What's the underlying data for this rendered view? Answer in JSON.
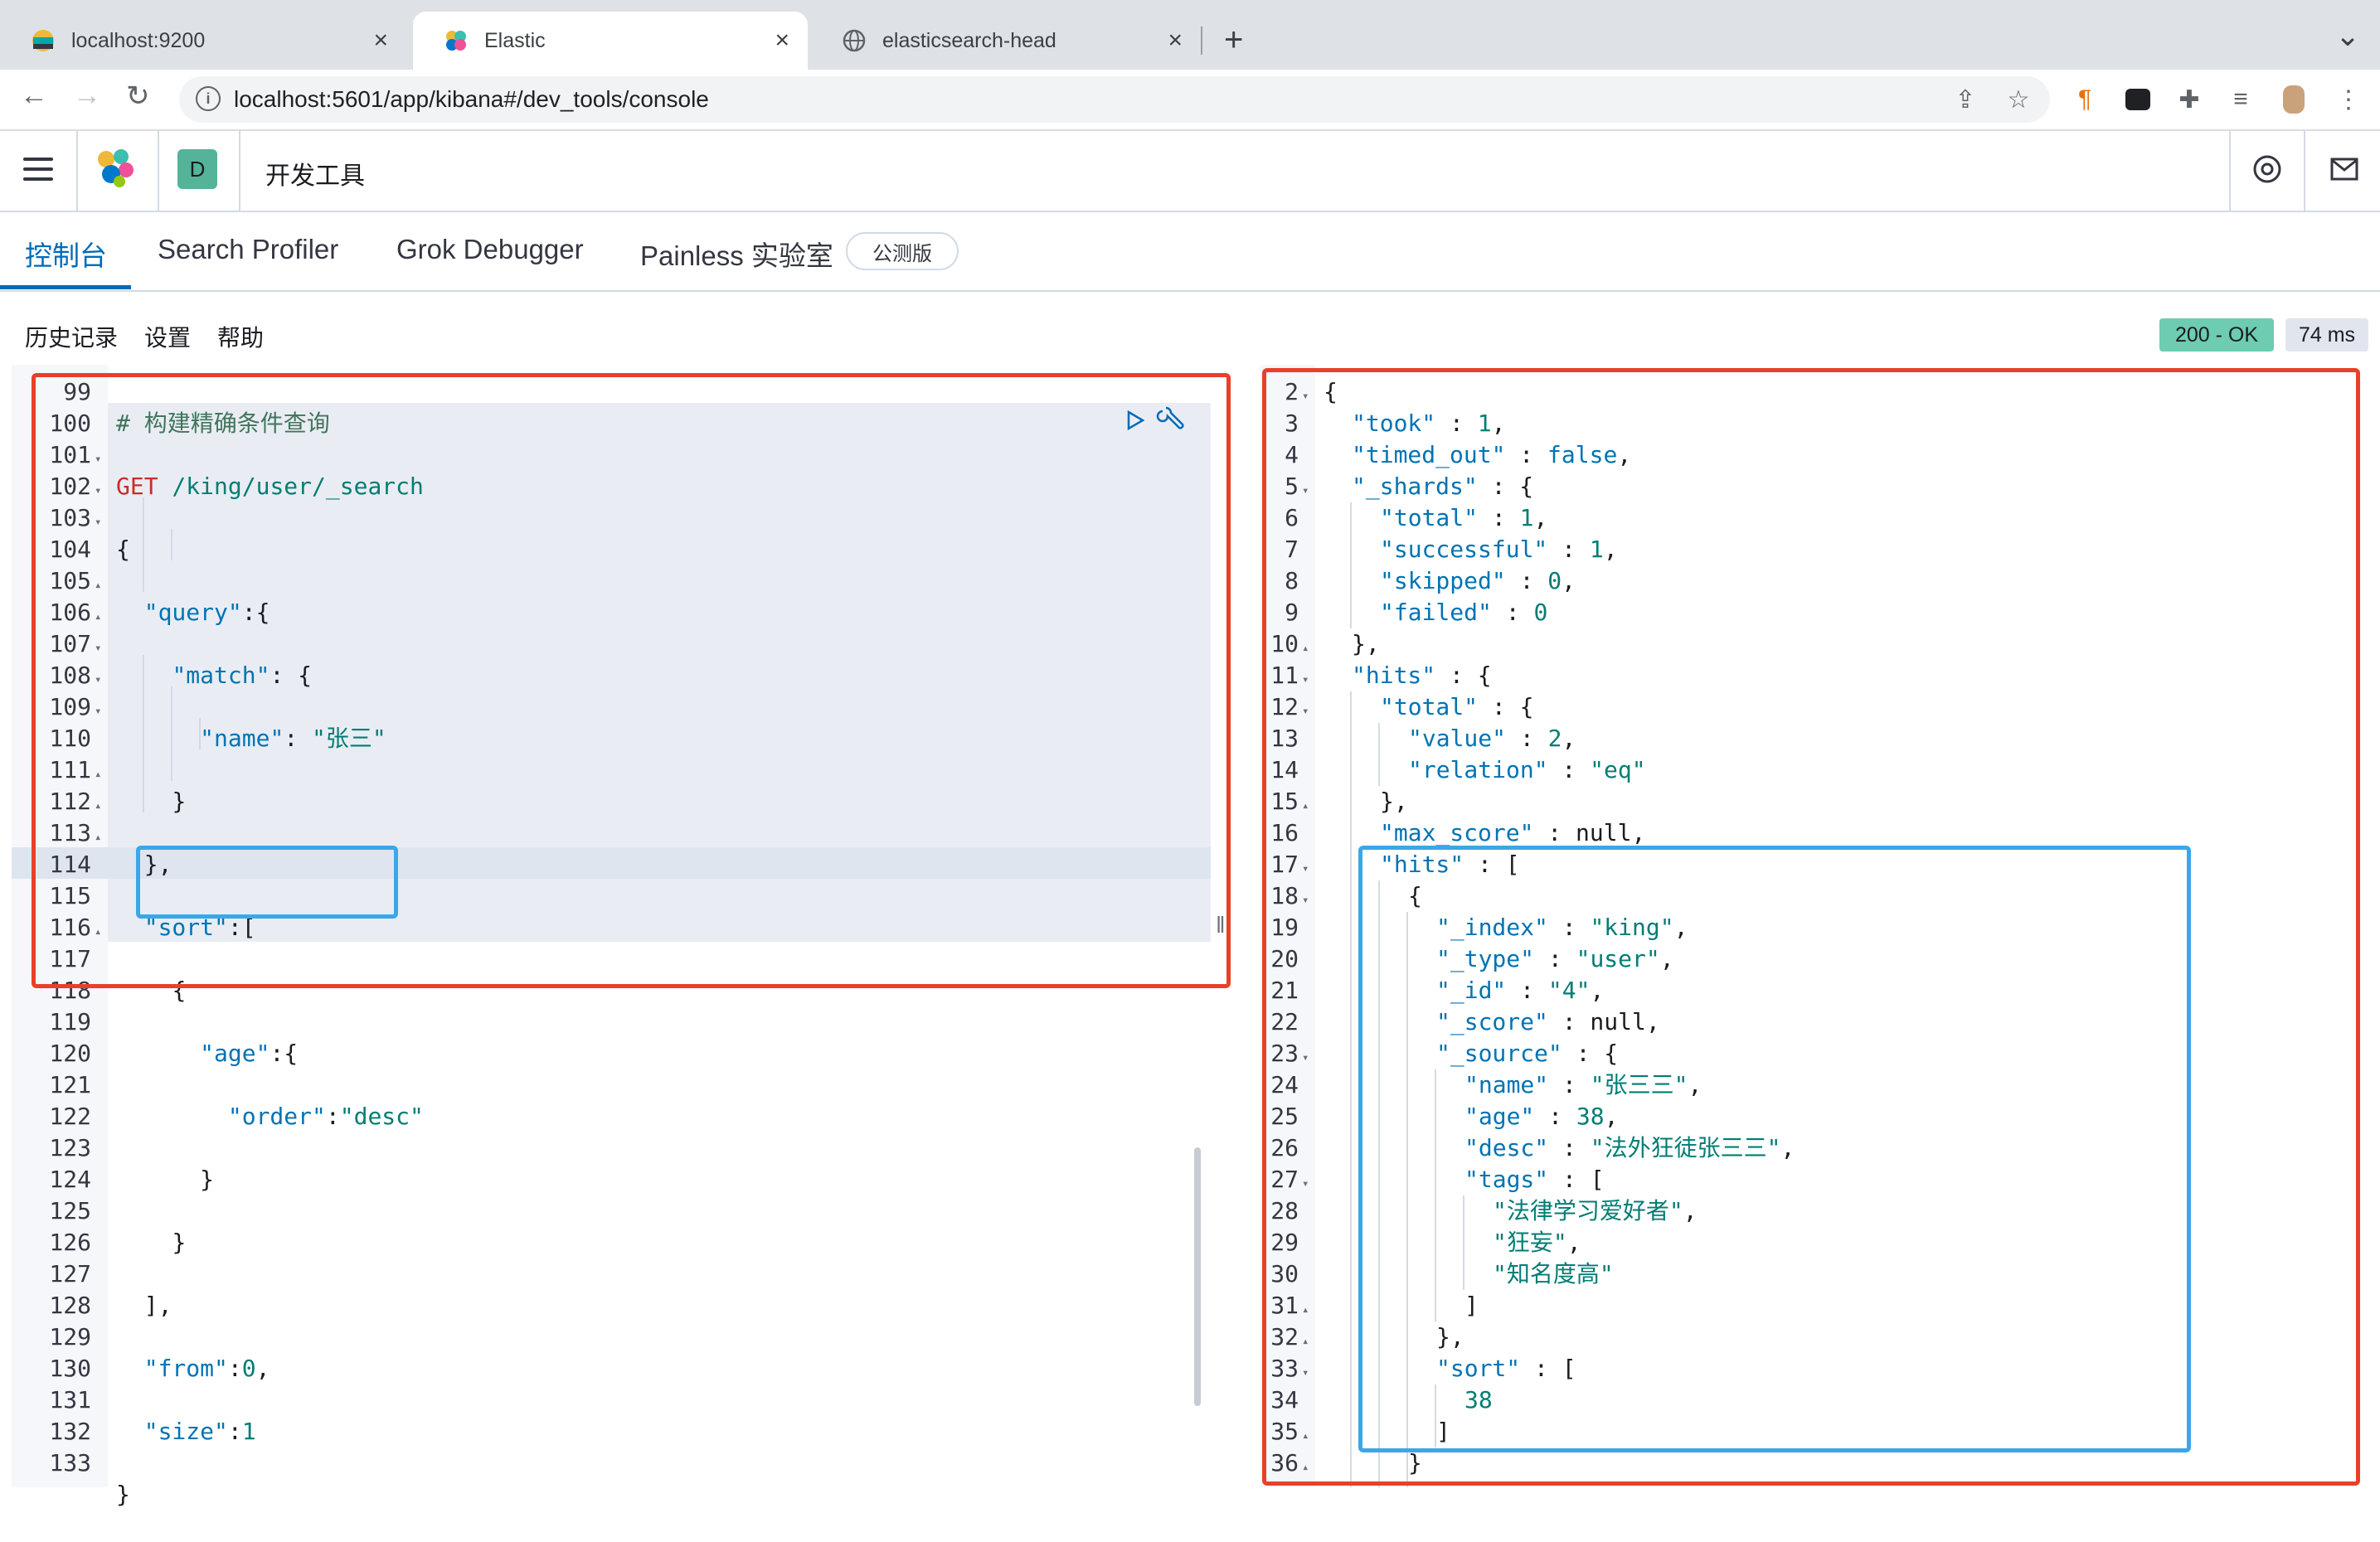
{
  "browser": {
    "tabs": [
      {
        "title": "localhost:9200",
        "active": false
      },
      {
        "title": "Elastic",
        "active": true
      },
      {
        "title": "elasticsearch-head",
        "active": false
      }
    ],
    "new_tab": "+",
    "expand": "⌄",
    "url": "localhost:5601/app/kibana#/dev_tools/console"
  },
  "kibana": {
    "space_initial": "D",
    "page_title": "开发工具",
    "tabs": [
      "控制台",
      "Search Profiler",
      "Grok Debugger",
      "Painless 实验室"
    ],
    "beta_badge": "公测版",
    "console_menu": [
      "历史记录",
      "设置",
      "帮助"
    ],
    "status": "200 - OK",
    "duration": "74 ms"
  },
  "request_lines": [
    {
      "n": "99",
      "fold": ""
    },
    {
      "n": "100",
      "fold": ""
    },
    {
      "n": "101",
      "fold": "▾"
    },
    {
      "n": "102",
      "fold": "▾"
    },
    {
      "n": "103",
      "fold": "▾"
    },
    {
      "n": "104",
      "fold": ""
    },
    {
      "n": "105",
      "fold": "▴"
    },
    {
      "n": "106",
      "fold": "▴"
    },
    {
      "n": "107",
      "fold": "▾"
    },
    {
      "n": "108",
      "fold": "▾"
    },
    {
      "n": "109",
      "fold": "▾"
    },
    {
      "n": "110",
      "fold": ""
    },
    {
      "n": "111",
      "fold": "▴"
    },
    {
      "n": "112",
      "fold": "▴"
    },
    {
      "n": "113",
      "fold": "▴"
    },
    {
      "n": "114",
      "fold": ""
    },
    {
      "n": "115",
      "fold": ""
    },
    {
      "n": "116",
      "fold": "▴"
    },
    {
      "n": "117",
      "fold": ""
    },
    {
      "n": "118",
      "fold": ""
    },
    {
      "n": "119",
      "fold": ""
    },
    {
      "n": "120",
      "fold": ""
    },
    {
      "n": "121",
      "fold": ""
    },
    {
      "n": "122",
      "fold": ""
    },
    {
      "n": "123",
      "fold": ""
    },
    {
      "n": "124",
      "fold": ""
    },
    {
      "n": "125",
      "fold": ""
    },
    {
      "n": "126",
      "fold": ""
    },
    {
      "n": "127",
      "fold": ""
    },
    {
      "n": "128",
      "fold": ""
    },
    {
      "n": "129",
      "fold": ""
    },
    {
      "n": "130",
      "fold": ""
    },
    {
      "n": "131",
      "fold": ""
    },
    {
      "n": "132",
      "fold": ""
    },
    {
      "n": "133",
      "fold": ""
    }
  ],
  "request_code": {
    "l99": "# 构建精确条件查询",
    "l100_method": "GET",
    "l100_path": " /king/user/_search",
    "l101": "{",
    "l102_key": "\"query\"",
    "l102_rest": ":{",
    "l103_key": "\"match\"",
    "l103_rest": ": {",
    "l104_key": "\"name\"",
    "l104_sep": ": ",
    "l104_val": "\"张三\"",
    "l105": "}",
    "l106": "},",
    "l107_key": "\"sort\"",
    "l107_rest": ":[",
    "l108": "{",
    "l109_key": "\"age\"",
    "l109_rest": ":{",
    "l110_key": "\"order\"",
    "l110_sep": ":",
    "l110_val": "\"desc\"",
    "l111": "}",
    "l112": "}",
    "l113": "],",
    "l114_key": "\"from\"",
    "l114_sep": ":",
    "l114_val": "0",
    "l114_end": ",",
    "l115_key": "\"size\"",
    "l115_sep": ":",
    "l115_val": "1",
    "l116": "}"
  },
  "response_lines": [
    {
      "n": "2",
      "fold": "▾"
    },
    {
      "n": "3",
      "fold": ""
    },
    {
      "n": "4",
      "fold": ""
    },
    {
      "n": "5",
      "fold": "▾"
    },
    {
      "n": "6",
      "fold": ""
    },
    {
      "n": "7",
      "fold": ""
    },
    {
      "n": "8",
      "fold": ""
    },
    {
      "n": "9",
      "fold": ""
    },
    {
      "n": "10",
      "fold": "▴"
    },
    {
      "n": "11",
      "fold": "▾"
    },
    {
      "n": "12",
      "fold": "▾"
    },
    {
      "n": "13",
      "fold": ""
    },
    {
      "n": "14",
      "fold": ""
    },
    {
      "n": "15",
      "fold": "▴"
    },
    {
      "n": "16",
      "fold": ""
    },
    {
      "n": "17",
      "fold": "▾"
    },
    {
      "n": "18",
      "fold": "▾"
    },
    {
      "n": "19",
      "fold": ""
    },
    {
      "n": "20",
      "fold": ""
    },
    {
      "n": "21",
      "fold": ""
    },
    {
      "n": "22",
      "fold": ""
    },
    {
      "n": "23",
      "fold": "▾"
    },
    {
      "n": "24",
      "fold": ""
    },
    {
      "n": "25",
      "fold": ""
    },
    {
      "n": "26",
      "fold": ""
    },
    {
      "n": "27",
      "fold": "▾"
    },
    {
      "n": "28",
      "fold": ""
    },
    {
      "n": "29",
      "fold": ""
    },
    {
      "n": "30",
      "fold": ""
    },
    {
      "n": "31",
      "fold": "▴"
    },
    {
      "n": "32",
      "fold": "▴"
    },
    {
      "n": "33",
      "fold": "▾"
    },
    {
      "n": "34",
      "fold": ""
    },
    {
      "n": "35",
      "fold": "▴"
    },
    {
      "n": "36",
      "fold": "▴"
    }
  ],
  "response_code": [
    {
      "t": [
        {
          "c": "b",
          "v": "{"
        }
      ]
    },
    {
      "t": [
        {
          "c": "k",
          "v": "\"took\""
        },
        {
          "c": "b",
          "v": " : "
        },
        {
          "c": "n",
          "v": "1"
        },
        {
          "c": "b",
          "v": ","
        }
      ]
    },
    {
      "t": [
        {
          "c": "k",
          "v": "\"timed_out\""
        },
        {
          "c": "b",
          "v": " : "
        },
        {
          "c": "k",
          "v": "false"
        },
        {
          "c": "b",
          "v": ","
        }
      ]
    },
    {
      "t": [
        {
          "c": "k",
          "v": "\"_shards\""
        },
        {
          "c": "b",
          "v": " : {"
        }
      ]
    },
    {
      "t": [
        {
          "c": "k",
          "v": "\"total\""
        },
        {
          "c": "b",
          "v": " : "
        },
        {
          "c": "n",
          "v": "1"
        },
        {
          "c": "b",
          "v": ","
        }
      ]
    },
    {
      "t": [
        {
          "c": "k",
          "v": "\"successful\""
        },
        {
          "c": "b",
          "v": " : "
        },
        {
          "c": "n",
          "v": "1"
        },
        {
          "c": "b",
          "v": ","
        }
      ]
    },
    {
      "t": [
        {
          "c": "k",
          "v": "\"skipped\""
        },
        {
          "c": "b",
          "v": " : "
        },
        {
          "c": "n",
          "v": "0"
        },
        {
          "c": "b",
          "v": ","
        }
      ]
    },
    {
      "t": [
        {
          "c": "k",
          "v": "\"failed\""
        },
        {
          "c": "b",
          "v": " : "
        },
        {
          "c": "n",
          "v": "0"
        }
      ]
    },
    {
      "t": [
        {
          "c": "b",
          "v": "},"
        }
      ]
    },
    {
      "t": [
        {
          "c": "k",
          "v": "\"hits\""
        },
        {
          "c": "b",
          "v": " : {"
        }
      ]
    },
    {
      "t": [
        {
          "c": "k",
          "v": "\"total\""
        },
        {
          "c": "b",
          "v": " : {"
        }
      ]
    },
    {
      "t": [
        {
          "c": "k",
          "v": "\"value\""
        },
        {
          "c": "b",
          "v": " : "
        },
        {
          "c": "n",
          "v": "2"
        },
        {
          "c": "b",
          "v": ","
        }
      ]
    },
    {
      "t": [
        {
          "c": "k",
          "v": "\"relation\""
        },
        {
          "c": "b",
          "v": " : "
        },
        {
          "c": "s",
          "v": "\"eq\""
        }
      ]
    },
    {
      "t": [
        {
          "c": "b",
          "v": "},"
        }
      ]
    },
    {
      "t": [
        {
          "c": "k",
          "v": "\"max_score\""
        },
        {
          "c": "b",
          "v": " : null,"
        }
      ]
    },
    {
      "t": [
        {
          "c": "k",
          "v": "\"hits\""
        },
        {
          "c": "b",
          "v": " : ["
        }
      ]
    },
    {
      "t": [
        {
          "c": "b",
          "v": "{"
        }
      ]
    },
    {
      "t": [
        {
          "c": "k",
          "v": "\"_index\""
        },
        {
          "c": "b",
          "v": " : "
        },
        {
          "c": "s",
          "v": "\"king\""
        },
        {
          "c": "b",
          "v": ","
        }
      ]
    },
    {
      "t": [
        {
          "c": "k",
          "v": "\"_type\""
        },
        {
          "c": "b",
          "v": " : "
        },
        {
          "c": "s",
          "v": "\"user\""
        },
        {
          "c": "b",
          "v": ","
        }
      ]
    },
    {
      "t": [
        {
          "c": "k",
          "v": "\"_id\""
        },
        {
          "c": "b",
          "v": " : "
        },
        {
          "c": "s",
          "v": "\"4\""
        },
        {
          "c": "b",
          "v": ","
        }
      ]
    },
    {
      "t": [
        {
          "c": "k",
          "v": "\"_score\""
        },
        {
          "c": "b",
          "v": " : null,"
        }
      ]
    },
    {
      "t": [
        {
          "c": "k",
          "v": "\"_source\""
        },
        {
          "c": "b",
          "v": " : {"
        }
      ]
    },
    {
      "t": [
        {
          "c": "k",
          "v": "\"name\""
        },
        {
          "c": "b",
          "v": " : "
        },
        {
          "c": "s",
          "v": "\"张三三\""
        },
        {
          "c": "b",
          "v": ","
        }
      ]
    },
    {
      "t": [
        {
          "c": "k",
          "v": "\"age\""
        },
        {
          "c": "b",
          "v": " : "
        },
        {
          "c": "n",
          "v": "38"
        },
        {
          "c": "b",
          "v": ","
        }
      ]
    },
    {
      "t": [
        {
          "c": "k",
          "v": "\"desc\""
        },
        {
          "c": "b",
          "v": " : "
        },
        {
          "c": "s",
          "v": "\"法外狂徒张三三\""
        },
        {
          "c": "b",
          "v": ","
        }
      ]
    },
    {
      "t": [
        {
          "c": "k",
          "v": "\"tags\""
        },
        {
          "c": "b",
          "v": " : ["
        }
      ]
    },
    {
      "t": [
        {
          "c": "s",
          "v": "\"法律学习爱好者\""
        },
        {
          "c": "b",
          "v": ","
        }
      ]
    },
    {
      "t": [
        {
          "c": "s",
          "v": "\"狂妄\""
        },
        {
          "c": "b",
          "v": ","
        }
      ]
    },
    {
      "t": [
        {
          "c": "s",
          "v": "\"知名度高\""
        }
      ]
    },
    {
      "t": [
        {
          "c": "b",
          "v": "]"
        }
      ]
    },
    {
      "t": [
        {
          "c": "b",
          "v": "},"
        }
      ]
    },
    {
      "t": [
        {
          "c": "k",
          "v": "\"sort\""
        },
        {
          "c": "b",
          "v": " : ["
        }
      ]
    },
    {
      "t": [
        {
          "c": "n",
          "v": "38"
        }
      ]
    },
    {
      "t": [
        {
          "c": "b",
          "v": "]"
        }
      ]
    },
    {
      "t": [
        {
          "c": "b",
          "v": "}"
        }
      ]
    }
  ],
  "colors": {
    "annotation_red": "#e8402a",
    "annotation_blue": "#3aa7e8",
    "accent": "#006bb8"
  }
}
